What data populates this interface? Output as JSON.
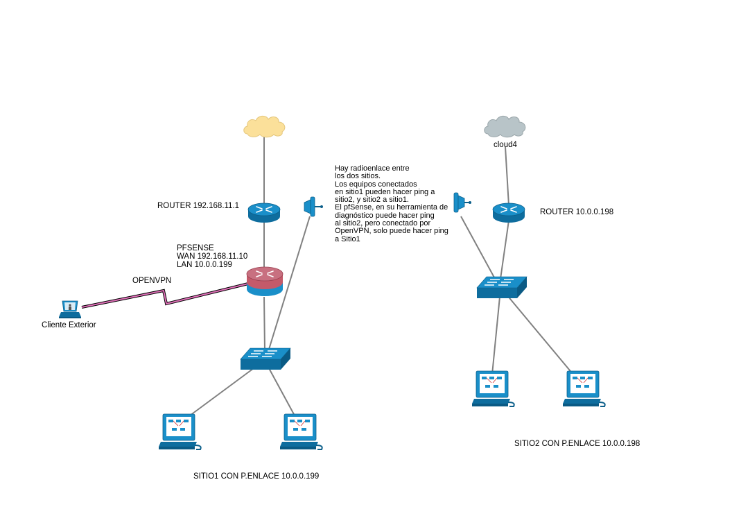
{
  "labels": {
    "router_site1": "ROUTER 192.168.11.1",
    "pfsense_title": "PFSENSE",
    "pfsense_wan": "WAN 192.168.11.10",
    "pfsense_lan": "LAN 10.0.0.199",
    "openvpn": "OPENVPN",
    "client": "Cliente Exterior",
    "cloud4": "cloud4",
    "router_site2": "ROUTER 10.0.0.198",
    "site1": "SITIO1 CON P.ENLACE 10.0.0.199",
    "site2": "SITIO2 CON P.ENLACE 10.0.0.198"
  },
  "note": "Hay radioenlace entre\nlos dos sitios.\nLos equipos conectados\nen sitio1 pueden hacer ping a\nsitio2, y sitio2 a sitio1.\nEl pfSense, en su herramienta de\ndiagnóstico puede hacer ping\nal sitio2, pero conectado por\nOpenVPN, solo puede hacer ping\na Sitio1",
  "colors": {
    "cloud_site1": "#fbe09a",
    "cloud_site2": "#b8c4c8",
    "device_blue": "#1a8fc9",
    "pfsense_red": "#c45a6a",
    "link_gray": "#808080",
    "vpn_pink": "#e070b8"
  },
  "icons": {
    "cloud": "cloud-icon",
    "router": "router-icon",
    "firewall": "firewall-router-icon",
    "switch": "switch-icon",
    "antenna": "antenna-icon",
    "workstation": "workstation-icon",
    "laptop": "laptop-icon"
  }
}
